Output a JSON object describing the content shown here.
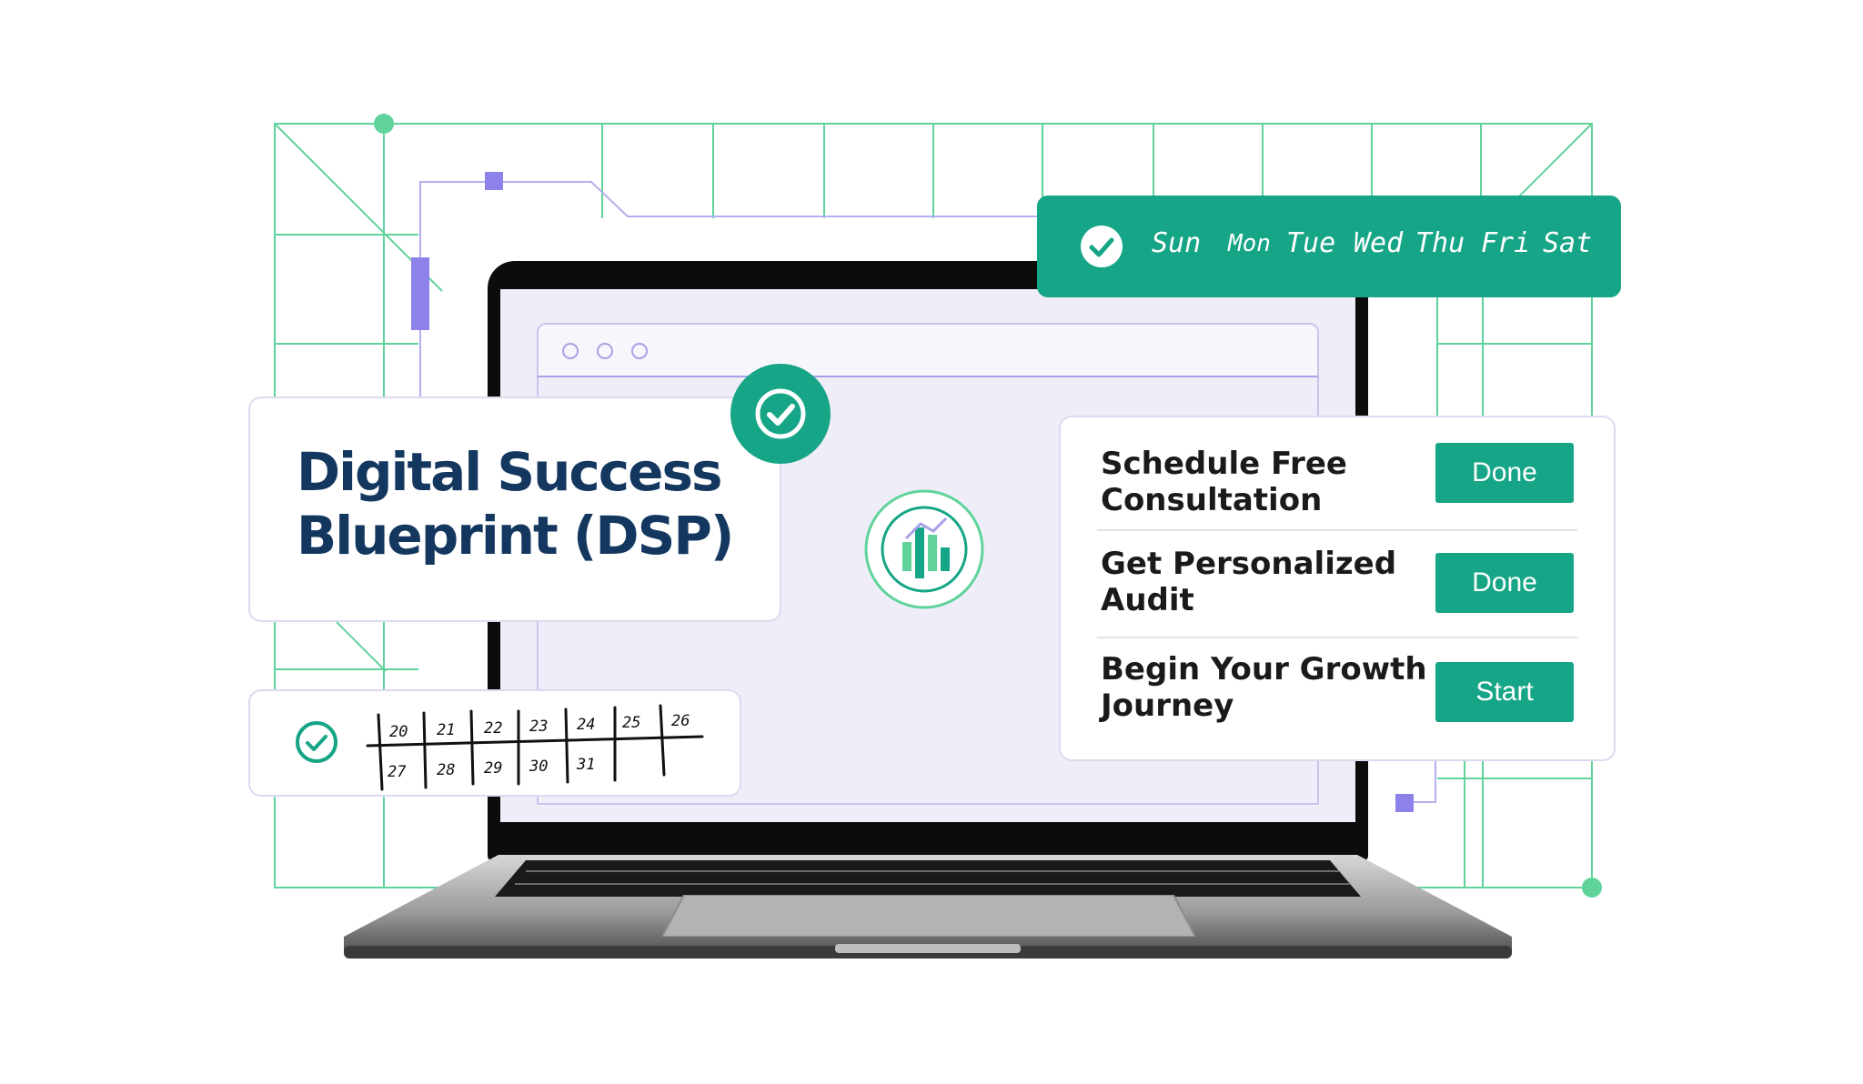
{
  "title": {
    "line1": "Digital Success",
    "line2": "Blueprint (DSP)"
  },
  "week": {
    "days": [
      "Sun",
      "Mon",
      "Tue",
      "Wed",
      "Thu",
      "Fri",
      "Sat"
    ]
  },
  "calendar": {
    "row1": [
      "20",
      "21",
      "22",
      "23",
      "24",
      "25",
      "26"
    ],
    "row2": [
      "27",
      "28",
      "29",
      "30",
      "31"
    ]
  },
  "steps": [
    {
      "line1": "Schedule Free",
      "line2": "Consultation",
      "button": "Done"
    },
    {
      "line1": "Get Personalized",
      "line2": "Audit",
      "button": "Done"
    },
    {
      "line1": "Begin Your Growth",
      "line2": "Journey",
      "button": "Start"
    }
  ],
  "colors": {
    "accent_green": "#16a586",
    "grid_green": "#5fd39a",
    "accent_purple": "#8c82ea",
    "title_navy": "#13375f"
  },
  "icons": [
    "check-circle-icon",
    "growth-chart-icon"
  ]
}
